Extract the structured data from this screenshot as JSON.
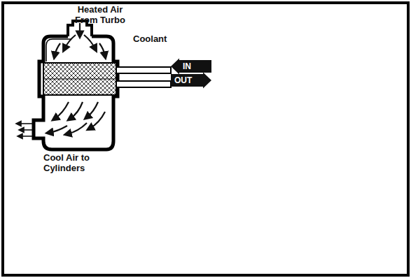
{
  "diagram": {
    "nodes": [
      {
        "text": [
          "IN"
        ]
      },
      {
        "text": [
          "OUT"
        ]
      }
    ],
    "labels": [
      "Heated Air From Turbo",
      "Coolant",
      "Cool Air to Cylinders"
    ]
  }
}
